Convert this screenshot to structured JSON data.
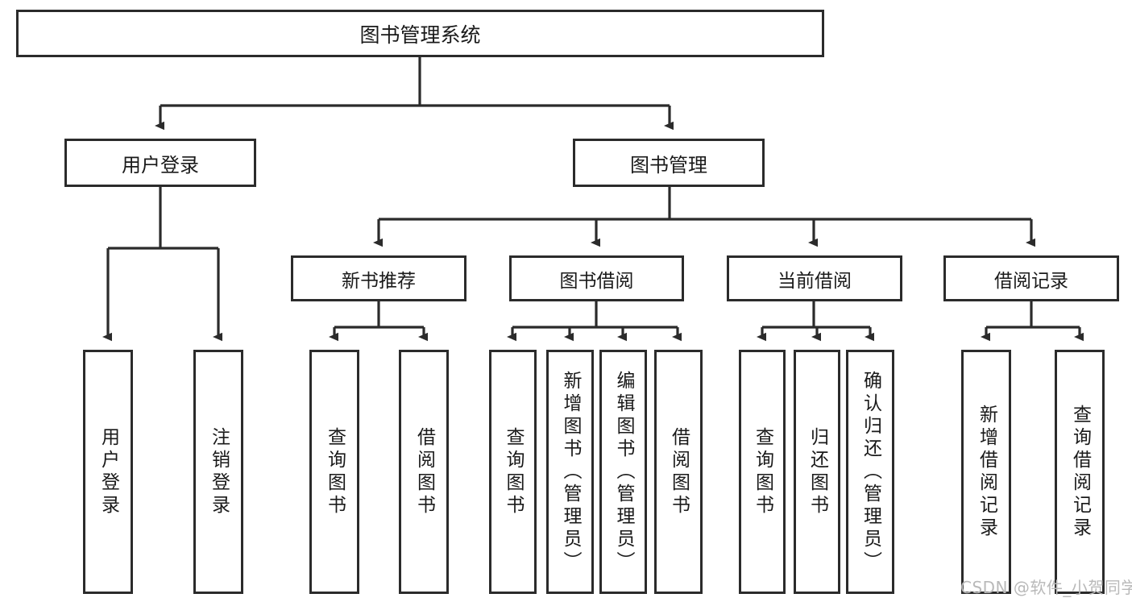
{
  "diagram": {
    "title": "图书管理系统",
    "watermark": "CSDN @软件_小贺同学",
    "root": {
      "label": "图书管理系统"
    },
    "level2": [
      {
        "label": "用户登录"
      },
      {
        "label": "图书管理"
      }
    ],
    "level3": [
      {
        "label": "新书推荐"
      },
      {
        "label": "图书借阅"
      },
      {
        "label": "当前借阅"
      },
      {
        "label": "借阅记录"
      }
    ],
    "leaves": [
      {
        "label": "用户登录"
      },
      {
        "label": "注销登录"
      },
      {
        "label": "查询图书"
      },
      {
        "label": "借阅图书"
      },
      {
        "label": "查询图书"
      },
      {
        "label": "新增图书（管理员）"
      },
      {
        "label": "编辑图书（管理员）"
      },
      {
        "label": "借阅图书"
      },
      {
        "label": "查询图书"
      },
      {
        "label": "归还图书"
      },
      {
        "label": "确认归还（管理员）"
      },
      {
        "label": "新增借阅记录"
      },
      {
        "label": "查询借阅记录"
      }
    ],
    "colors": {
      "stroke": "#2b2b2b",
      "background": "#ffffff",
      "text": "#1a1a1a",
      "watermark": "#b9b9b9"
    }
  }
}
